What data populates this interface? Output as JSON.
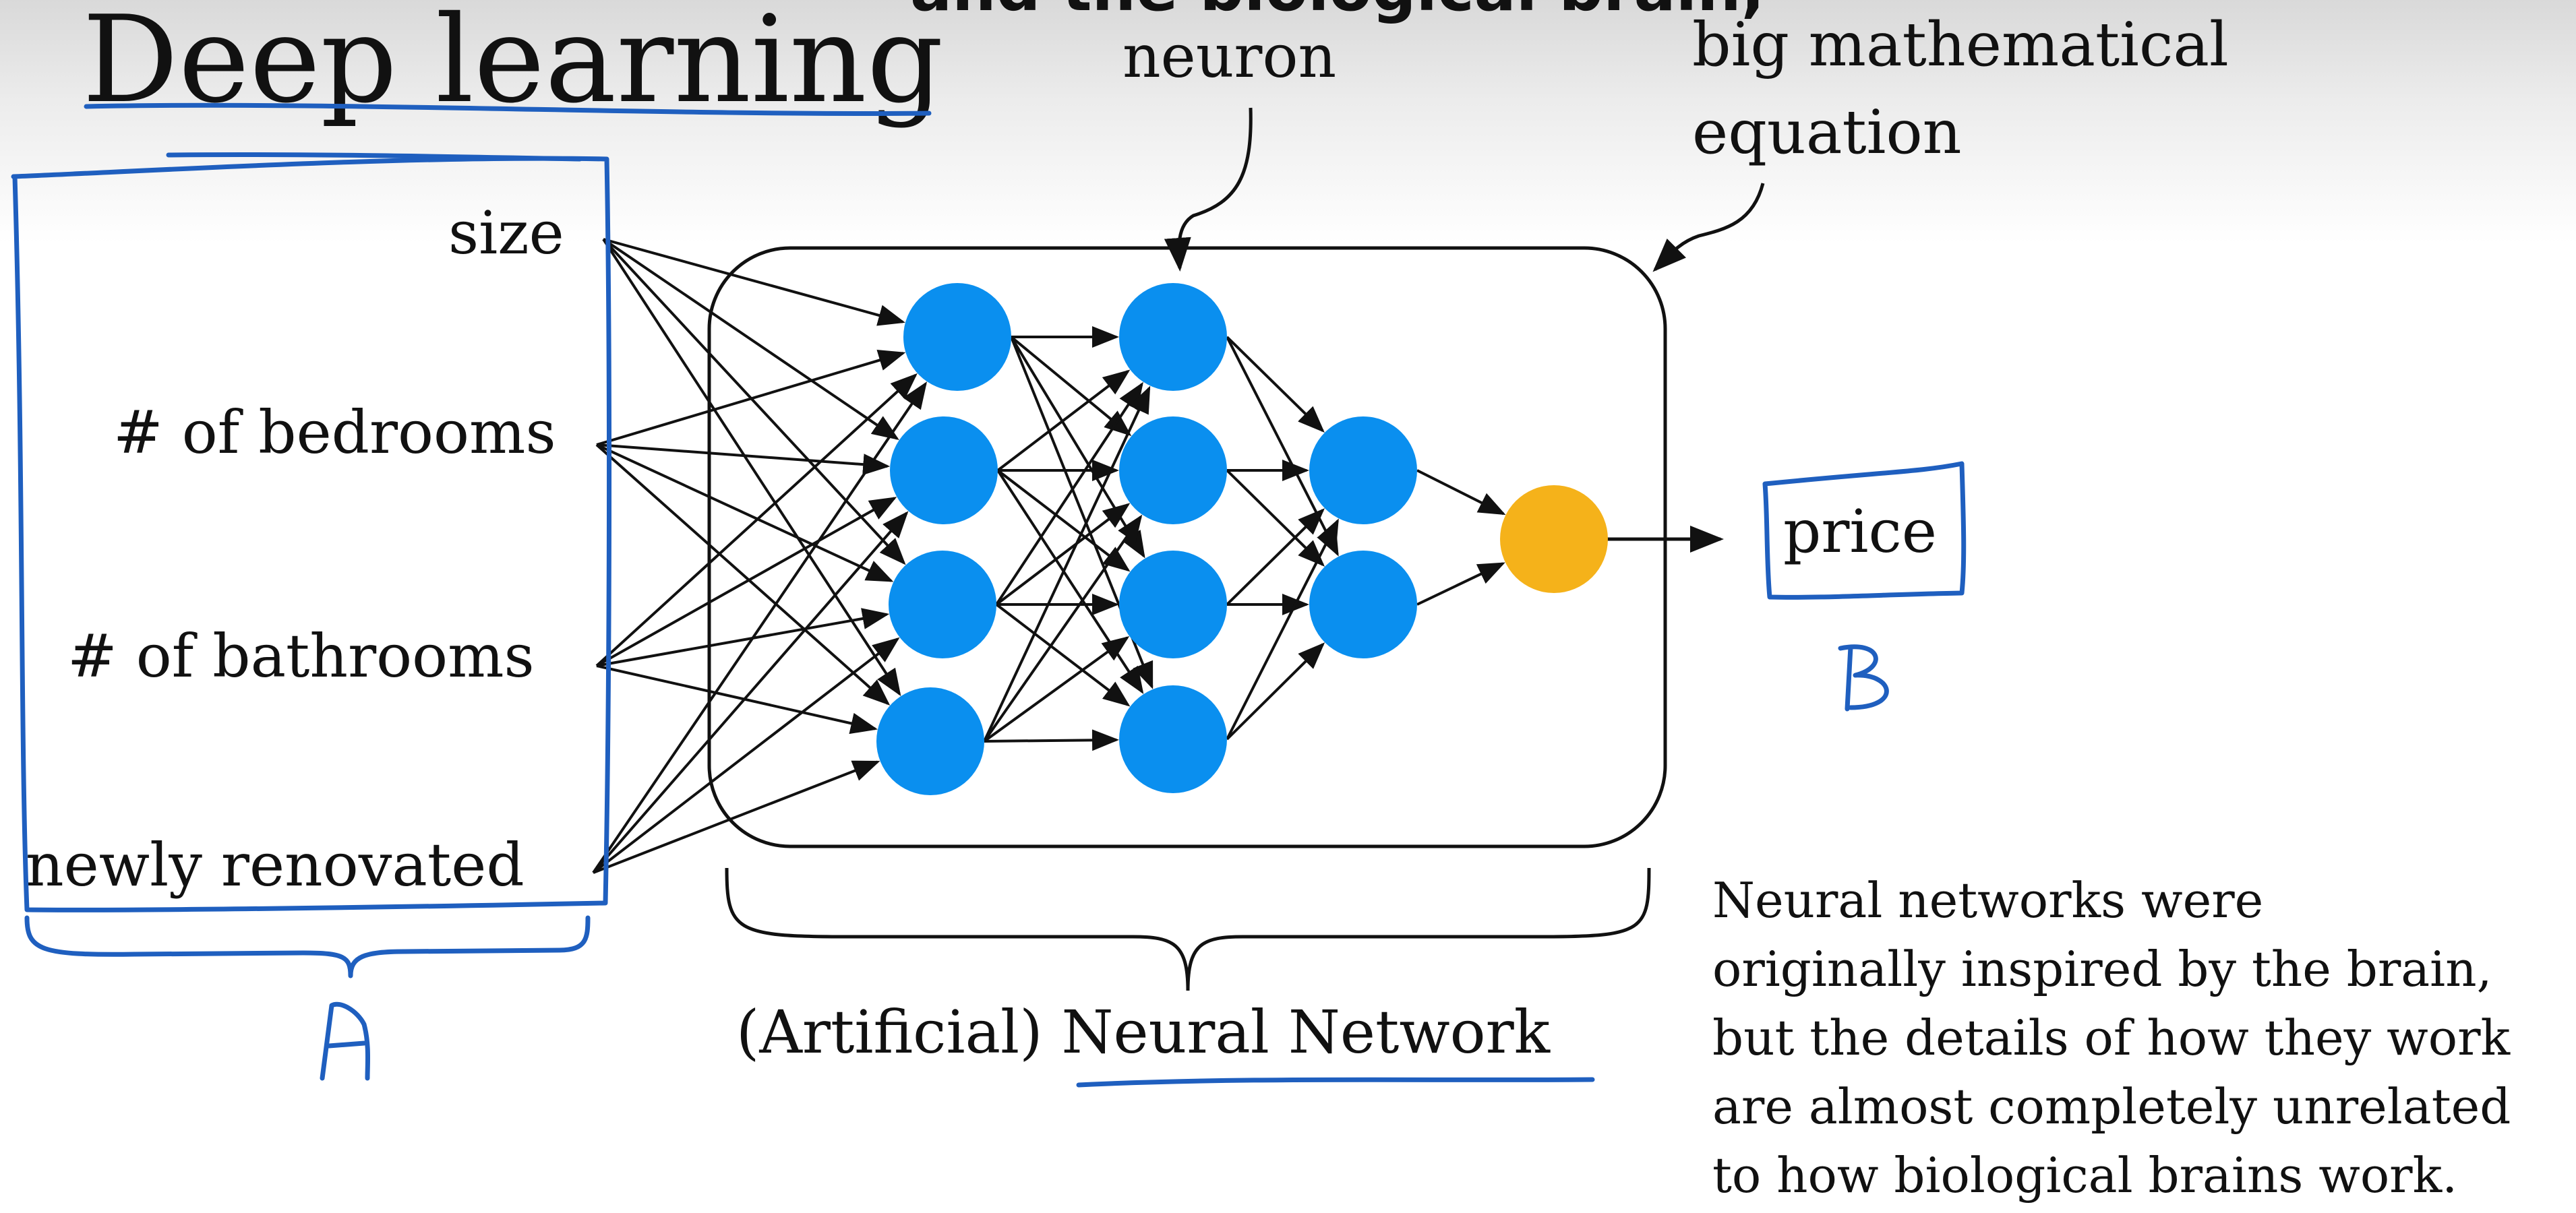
{
  "slide": {
    "title": "Deep learning",
    "caption_partial": "and the biological brain,",
    "neuron_label": "neuron",
    "equation_label_line1": "big mathematical",
    "equation_label_line2": "equation",
    "inputs": [
      "size",
      "# of bedrooms",
      "# of bathrooms",
      "newly renovated"
    ],
    "output_label": "price",
    "network_label": "(Artificial) Neural Network",
    "input_group_letter": "A",
    "output_group_letter": "B",
    "note_lines": [
      "Neural networks were",
      "originally inspired by the brain,",
      "but the details of how they work",
      "are almost completely unrelated",
      "to how biological brains work."
    ]
  },
  "network": {
    "layers": [
      4,
      4,
      2,
      1
    ],
    "hidden_color": "#0a8fef",
    "output_color": "#f5b21a",
    "annotation_color": "#1f5fbf"
  }
}
